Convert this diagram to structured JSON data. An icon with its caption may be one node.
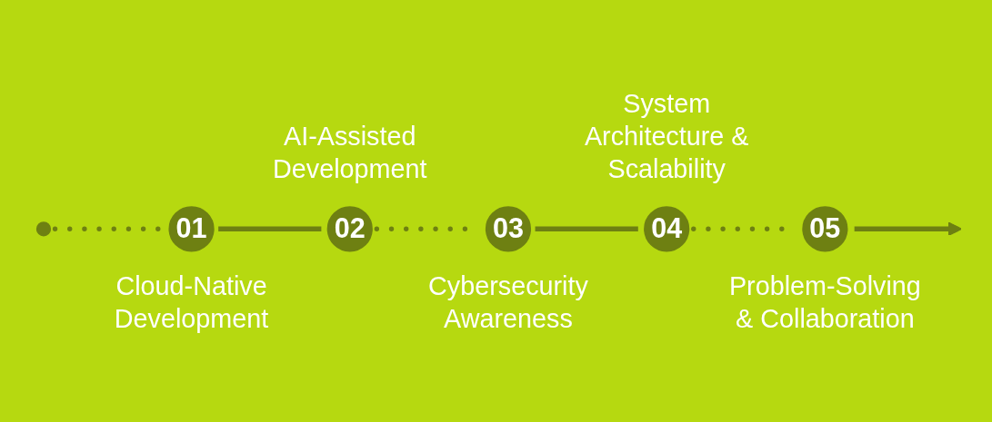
{
  "diagram": {
    "nodes": [
      {
        "text": [],
        "shape": "circle"
      },
      {
        "text": [
          "01"
        ],
        "beside": [
          "Cloud-Native Development"
        ]
      },
      {
        "text": [
          "02"
        ],
        "beside": [
          "AI-Assisted Development"
        ]
      },
      {
        "text": [
          "03"
        ],
        "beside": [
          "Cybersecurity Awareness"
        ]
      },
      {
        "text": [
          "04"
        ],
        "beside": [
          "System Architecture & Scalability"
        ]
      },
      {
        "text": [
          "05"
        ],
        "beside": [
          "Problem-Solving & Collaboration"
        ]
      }
    ],
    "edges": [
      {
        "from": 0,
        "to": 1,
        "arrow": "none",
        "style": "dashed"
      },
      {
        "from": 1,
        "to": 2,
        "arrow": "none"
      },
      {
        "from": 2,
        "to": 3,
        "arrow": "none",
        "style": "dashed"
      },
      {
        "from": 3,
        "to": 4,
        "arrow": "none"
      },
      {
        "from": 4,
        "to": 5,
        "arrow": "none",
        "style": "dashed"
      },
      {
        "from": 5,
        "to": null,
        "arrow": "to"
      }
    ]
  }
}
